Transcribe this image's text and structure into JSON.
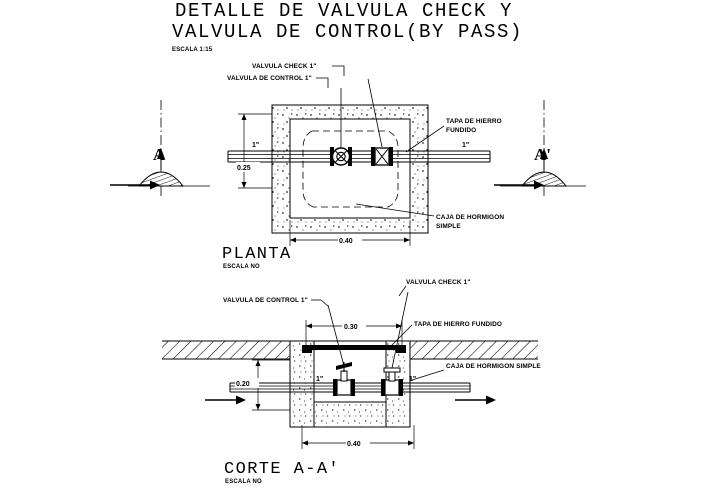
{
  "drawing": {
    "title_line1": "DETALLE DE VALVULA CHECK Y",
    "title_line2": "VALVULA DE CONTROL(BY PASS)",
    "title_scale": "ESCALA 1:15"
  },
  "plan": {
    "view_title": "PLANTA",
    "view_scale": "ESCALA NO",
    "labels": {
      "check_valve": "VALVULA CHECK 1\"",
      "control_valve": "VALVULA DE CONTROL 1\"",
      "cover_line1": "TAPA DE HIERRO",
      "cover_line2": "FUNDIDO",
      "box_line1": "CAJA DE HORMIGON",
      "box_line2": "SIMPLE"
    },
    "pipe_left_label": "1\"",
    "pipe_right_label": "1\"",
    "dim_vertical": "0.25",
    "dim_horizontal": "0.40",
    "section_mark_left": "A",
    "section_mark_right": "A'"
  },
  "section": {
    "view_title": "CORTE A-A'",
    "view_scale": "ESCALA NO",
    "labels": {
      "check_valve": "VALVULA CHECK 1\"",
      "control_valve": "VALVULA DE CONTROL 1\"",
      "cover": "TAPA DE HIERRO FUNDIDO",
      "box": "CAJA DE HORMIGON SIMPLE"
    },
    "dim_top": "0.30",
    "dim_vertical": "0.20",
    "dim_bottom": "0.40",
    "pipe_label_left": "1\"",
    "pipe_label_right": "1\""
  },
  "colors": {
    "ink": "#000000",
    "paper": "#ffffff"
  }
}
